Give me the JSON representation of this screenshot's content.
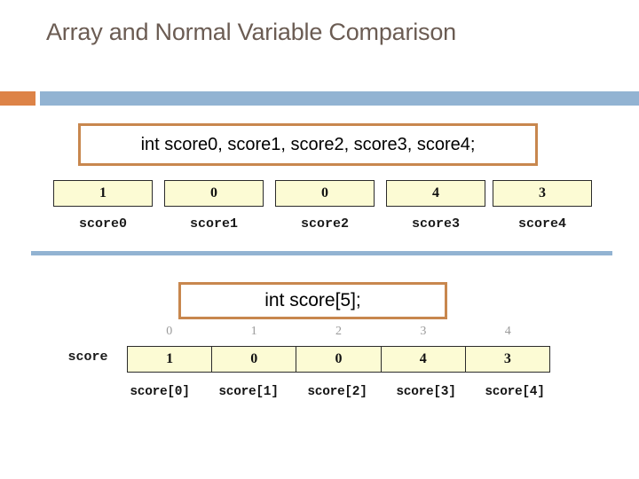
{
  "slide": {
    "title": "Array and Normal Variable Comparison",
    "accent_orange": "#dd8347",
    "accent_blue": "#92b3d2",
    "callout_border": "#c8874e",
    "cell_fill": "#fcfbd4",
    "title_color": "#6b5c53"
  },
  "normal_section": {
    "declaration": "int   score0, score1, score2, score3, score4;",
    "variables": [
      {
        "name": "score0",
        "value": "1"
      },
      {
        "name": "score1",
        "value": "0"
      },
      {
        "name": "score2",
        "value": "0"
      },
      {
        "name": "score3",
        "value": "4"
      },
      {
        "name": "score4",
        "value": "3"
      }
    ]
  },
  "array_section": {
    "declaration": "int   score[5];",
    "array_name": "score",
    "indices": [
      "0",
      "1",
      "2",
      "3",
      "4"
    ],
    "values": [
      "1",
      "0",
      "0",
      "4",
      "3"
    ],
    "subscripts": [
      "score[0]",
      "score[1]",
      "score[2]",
      "score[3]",
      "score[4]"
    ]
  }
}
